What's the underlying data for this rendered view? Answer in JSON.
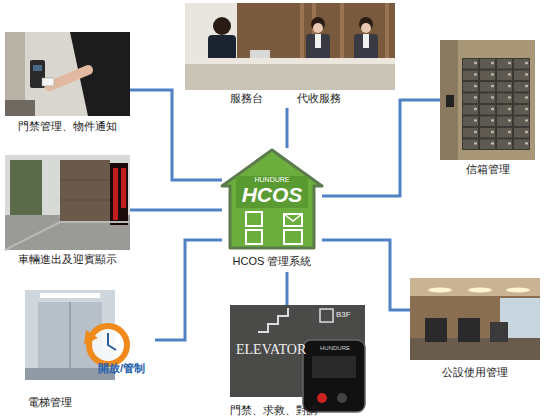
{
  "diagram": {
    "nodes": [
      {
        "text": [
          "門禁管理、物件通知"
        ]
      },
      {
        "text": [
          "服務台",
          "代收服務"
        ]
      },
      {
        "text": [
          "信箱管理"
        ]
      },
      {
        "text": [
          "車輛進出及迎賓顯示"
        ]
      },
      {
        "text": [
          "HUNDURE",
          "HCOS",
          "HCOS 管理系統"
        ]
      },
      {
        "text": [
          "電梯管理"
        ]
      },
      {
        "text": [
          "門禁、求救、對講"
        ]
      },
      {
        "text": [
          "公設使用管理"
        ]
      }
    ],
    "edges": [
      {
        "from": 4,
        "to": 0,
        "arrow": "none"
      },
      {
        "from": 4,
        "to": 1,
        "arrow": "none"
      },
      {
        "from": 4,
        "to": 2,
        "arrow": "none"
      },
      {
        "from": 4,
        "to": 3,
        "arrow": "none"
      },
      {
        "from": 4,
        "to": 5,
        "arrow": "none"
      },
      {
        "from": 4,
        "to": 6,
        "arrow": "none"
      },
      {
        "from": 4,
        "to": 7,
        "arrow": "none"
      }
    ],
    "labels": [
      "開放/管制",
      "B3F",
      "ELEVATOR",
      "HUNDURE"
    ]
  }
}
